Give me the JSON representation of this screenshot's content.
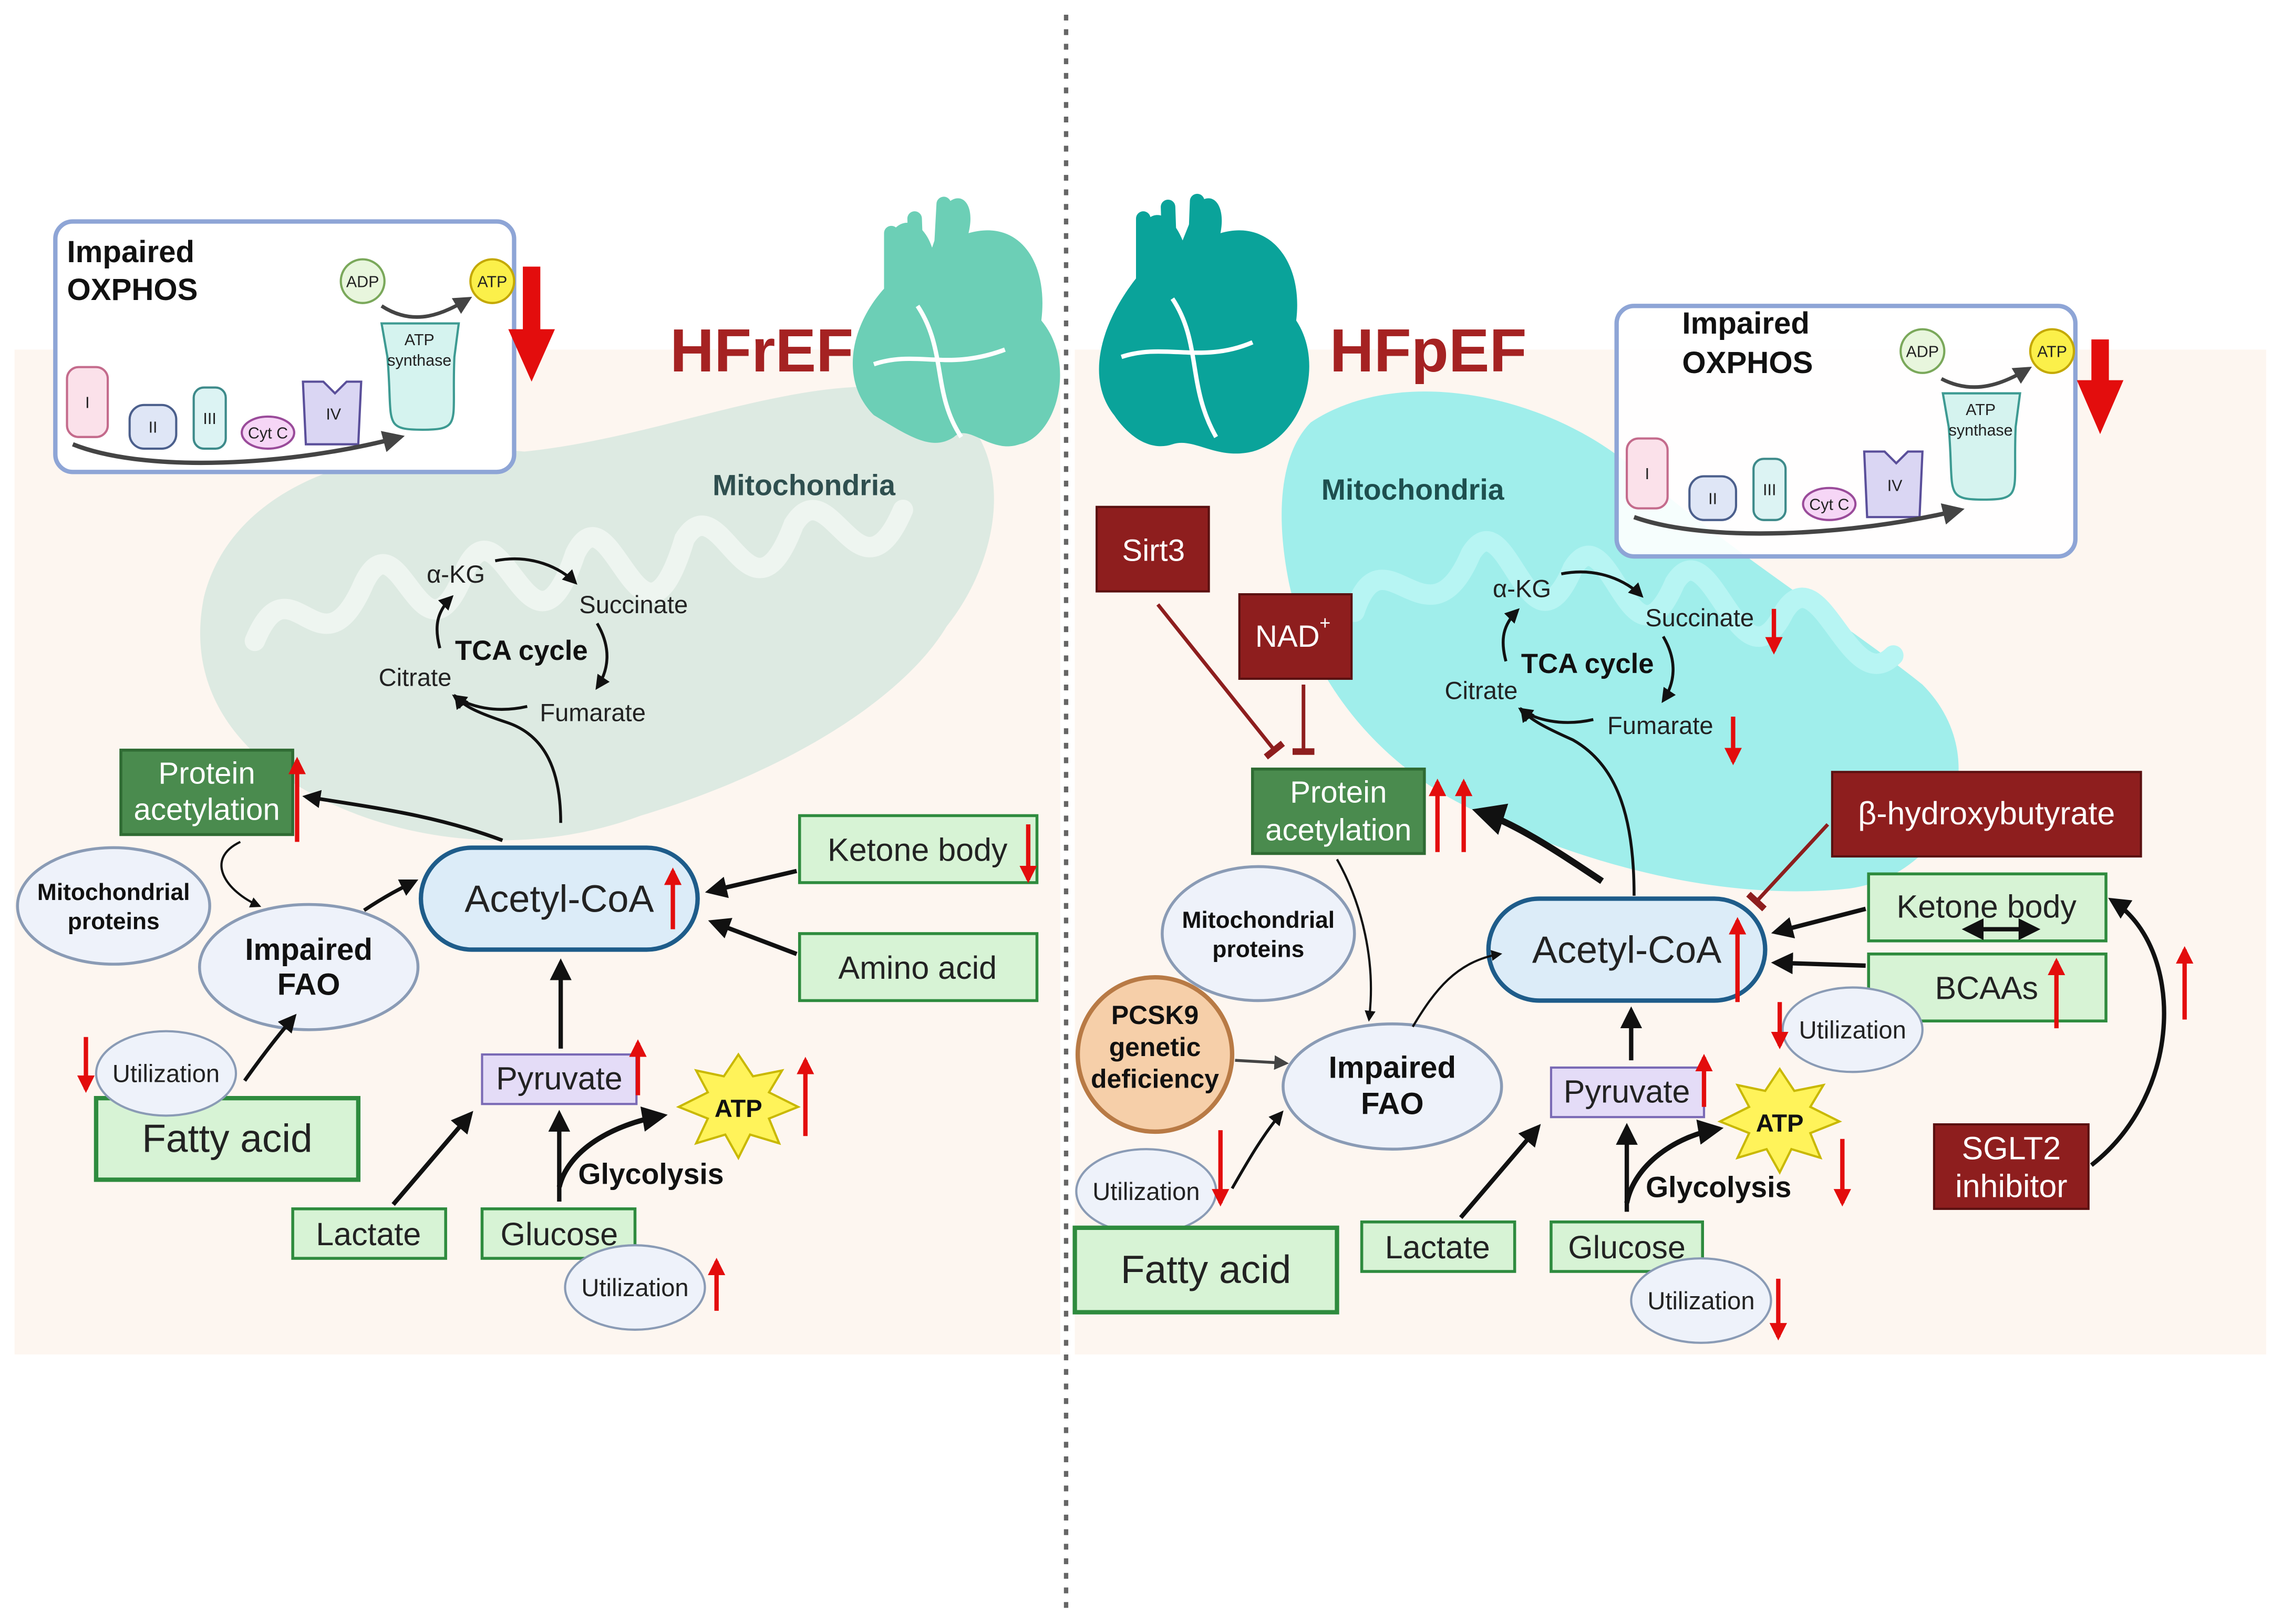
{
  "colors": {
    "bg_panel": "#fdf6f0",
    "heart_left": "#6ccfb6",
    "heart_right": "#0aa39a",
    "mito_left": "#dbe9e0",
    "mito_right": "#8fecea",
    "title_red": "#a52222",
    "dark_red_box": "#8e1e1e",
    "green_box_fill": "#d7f3d5",
    "green_box_stroke": "#2e8b3e",
    "dark_green_box": "#4a8b4e",
    "pyruvate_fill": "#e4dcf7",
    "acetyl_fill": "#dcecf8",
    "acetyl_stroke": "#1e5c8a",
    "oval_fill": "#eef2fa",
    "oval_stroke": "#8a9bb5",
    "atp_star": "#fff35a",
    "arrow_red": "#e30d0d",
    "oxphos_stroke": "#8ea5d6",
    "pcsk9_fill": "#f6cfa9",
    "pcsk9_stroke": "#b87a45"
  },
  "left": {
    "title": "HFrEF",
    "mito_label": "Mitochondria",
    "oxphos": {
      "title1": "Impaired",
      "title2": "OXPHOS",
      "adp": "ADP",
      "atp": "ATP",
      "synthase1": "ATP",
      "synthase2": "synthase",
      "complex_i": "I",
      "complex_ii": "II",
      "complex_iii": "III",
      "cytc": "Cyt C",
      "complex_iv": "IV"
    },
    "tca": {
      "akg": "α-KG",
      "succinate": "Succinate",
      "fumarate": "Fumarate",
      "citrate": "Citrate",
      "cycle": "TCA cycle"
    },
    "protein_acetylation1": "Protein",
    "protein_acetylation2": "acetylation",
    "acetyl_coa": "Acetyl-CoA",
    "ketone_body": "Ketone body",
    "amino_acid": "Amino acid",
    "mito_proteins1": "Mitochondrial",
    "mito_proteins2": "proteins",
    "impaired_fao1": "Impaired",
    "impaired_fao2": "FAO",
    "utilization_fa": "Utilization",
    "fatty_acid": "Fatty acid",
    "pyruvate": "Pyruvate",
    "atp_star": "ATP",
    "glycolysis": "Glycolysis",
    "lactate": "Lactate",
    "glucose": "Glucose",
    "utilization_glu": "Utilization"
  },
  "right": {
    "title": "HFpEF",
    "mito_label": "Mitochondria",
    "oxphos": {
      "title1": "Impaired",
      "title2": "OXPHOS",
      "adp": "ADP",
      "atp": "ATP",
      "synthase1": "ATP",
      "synthase2": "synthase",
      "complex_i": "I",
      "complex_ii": "II",
      "complex_iii": "III",
      "cytc": "Cyt C",
      "complex_iv": "IV"
    },
    "sirt3": "Sirt3",
    "nad": "NAD",
    "nad_sup": "+",
    "tca": {
      "akg": "α-KG",
      "succinate": "Succinate",
      "fumarate": "Fumarate",
      "citrate": "Citrate",
      "cycle": "TCA cycle"
    },
    "protein_acetylation1": "Protein",
    "protein_acetylation2": "acetylation",
    "bhb": "β-hydroxybutyrate",
    "mito_proteins1": "Mitochondrial",
    "mito_proteins2": "proteins",
    "acetyl_coa": "Acetyl-CoA",
    "ketone_body": "Ketone body",
    "bcaas": "BCAAs",
    "utilization_bcaa": "Utilization",
    "pcsk9_1": "PCSK9",
    "pcsk9_2": "genetic",
    "pcsk9_3": "deficiency",
    "impaired_fao1": "Impaired",
    "impaired_fao2": "FAO",
    "pyruvate": "Pyruvate",
    "atp_star": "ATP",
    "glycolysis": "Glycolysis",
    "utilization_fa": "Utilization",
    "fatty_acid": "Fatty acid",
    "lactate": "Lactate",
    "glucose": "Glucose",
    "utilization_glu": "Utilization",
    "sglt2_1": "SGLT2",
    "sglt2_2": "inhibitor"
  }
}
